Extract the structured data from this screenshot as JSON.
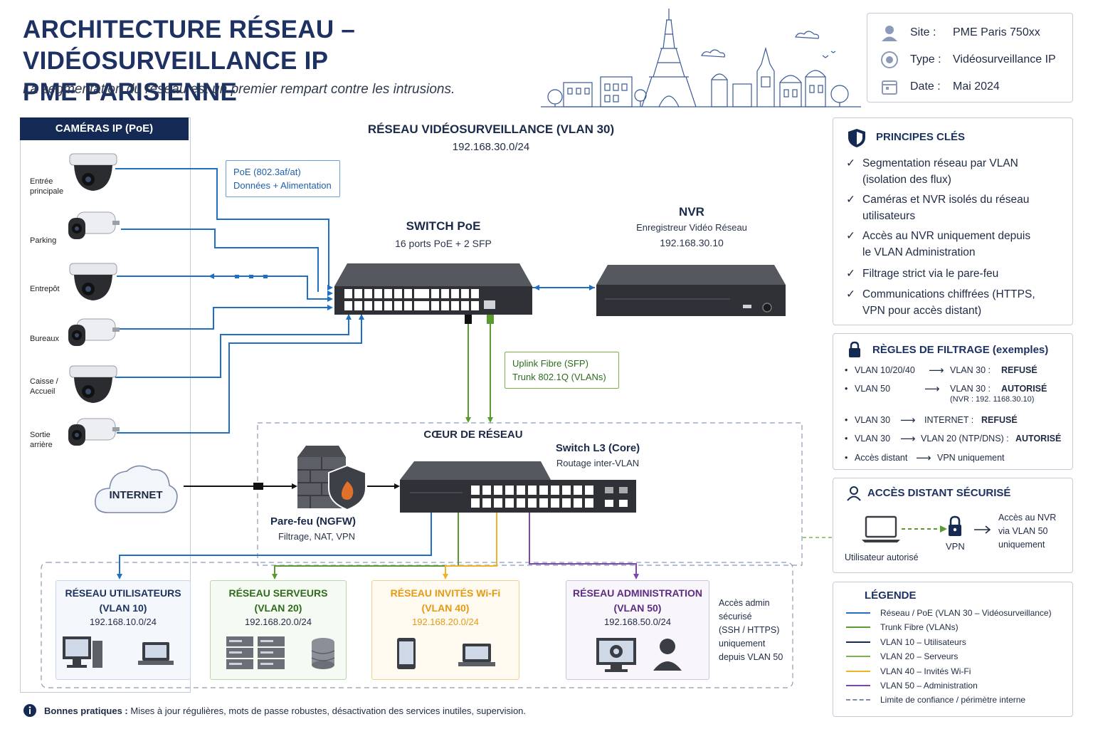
{
  "header": {
    "title_line1": "ARCHITECTURE RÉSEAU – VIDÉOSURVEILLANCE IP",
    "title_line2": "PME PARISIENNE",
    "subtitle": "La segmentation du réseau est un premier rempart contre les intrusions."
  },
  "info": {
    "site_label": "Site :",
    "site_value": "PME Paris 750xx",
    "type_label": "Type :",
    "type_value": "Vidéosurveillance IP",
    "date_label": "Date :",
    "date_value": "Mai 2024"
  },
  "cameras": {
    "header": "CAMÉRAS IP (PoE)",
    "items": [
      {
        "label": "Entrée principale",
        "kind": "dome"
      },
      {
        "label": "Parking",
        "kind": "bullet"
      },
      {
        "label": "Entrepôt",
        "kind": "dome"
      },
      {
        "label": "Bureaux",
        "kind": "bullet"
      },
      {
        "label": "Caisse / Accueil",
        "kind": "dome"
      },
      {
        "label": "Sortie arrière",
        "kind": "bullet"
      }
    ]
  },
  "vlan30": {
    "title": "RÉSEAU VIDÉOSURVEILLANCE (VLAN 30)",
    "subnet": "192.168.30.0/24",
    "poe_line1": "PoE (802.3af/at)",
    "poe_line2": "Données + Alimentation",
    "switch_title": "SWITCH PoE",
    "switch_sub": "16 ports PoE + 2 SFP",
    "nvr_title": "NVR",
    "nvr_sub": "Enregistreur Vidéo Réseau",
    "nvr_ip": "192.168.30.10",
    "uplink_line1": "Uplink Fibre (SFP)",
    "uplink_line2": "Trunk 802.1Q (VLANs)"
  },
  "core": {
    "title": "CŒUR DE RÉSEAU",
    "internet": "INTERNET",
    "firewall_title": "Pare-feu (NGFW)",
    "firewall_sub": "Filtrage, NAT, VPN",
    "l3_title": "Switch L3 (Core)",
    "l3_sub": "Routage inter-VLAN"
  },
  "segments": [
    {
      "title": "RÉSEAU UTILISATEURS",
      "vlan": "(VLAN 10)",
      "subnet": "192.168.10.0/24",
      "color": "#1d3263",
      "border": "#c9d5e8",
      "bg": "#f4f7fc"
    },
    {
      "title": "RÉSEAU SERVEURS",
      "vlan": "(VLAN 20)",
      "subnet": "192.168.20.0/24",
      "color": "#2e6b1c",
      "border": "#b9d7a6",
      "bg": "#f5faf2"
    },
    {
      "title": "RÉSEAU INVITÉS Wi-Fi",
      "vlan": "(VLAN 40)",
      "subnet": "192.168.20.0/24",
      "color": "#e39a14",
      "border": "#f0cf8e",
      "bg": "#fffaf0"
    },
    {
      "title": "RÉSEAU ADMINISTRATION",
      "vlan": "(VLAN 50)",
      "subnet": "192.168.50.0/24",
      "color": "#5b2d82",
      "border": "#cfc2de",
      "bg": "#f8f5fb"
    }
  ],
  "admin_note": [
    "Accès admin",
    "sécurisé",
    "(SSH / HTTPS)",
    "uniquement",
    "depuis VLAN 50"
  ],
  "principes": {
    "title": "PRINCIPES CLÉS",
    "items": [
      [
        "Segmentation réseau par VLAN",
        "(isolation des flux)"
      ],
      [
        "Caméras et NVR isolés du réseau",
        "utilisateurs"
      ],
      [
        "Accès au NVR uniquement depuis",
        "le VLAN Administration"
      ],
      [
        "Filtrage strict via le pare-feu",
        ""
      ],
      [
        "Communications chiffrées (HTTPS,",
        "VPN pour accès distant)"
      ]
    ]
  },
  "regles": {
    "title": "RÈGLES DE FILTRAGE (exemples)",
    "rows": [
      {
        "src": "VLAN 10/20/40",
        "dst": "VLAN 30 :",
        "act": "REFUSÉ",
        "extra": ""
      },
      {
        "src": "VLAN 50",
        "dst": "VLAN 30 :",
        "act": "AUTORISÉ",
        "extra": "(NVR : 192.   1168.30.10)"
      },
      {
        "src": "VLAN 30",
        "dst": "INTERNET :",
        "act": "REFUSÉ",
        "extra": ""
      },
      {
        "src": "VLAN 30",
        "dst": "VLAN 20 (NTP/DNS) :",
        "act": "AUTORISÉ",
        "extra": ""
      },
      {
        "src": "Accès distant",
        "dst": "VPN uniquement",
        "act": "",
        "extra": ""
      }
    ]
  },
  "remote": {
    "title": "ACCÈS DISTANT SÉCURISÉ",
    "user_label": "Utilisateur autorisé",
    "vpn_label": "VPN",
    "access_line1": "Accès au NVR",
    "access_line2": "via VLAN 50",
    "access_line3": "uniquement"
  },
  "legende": {
    "title": "LÉGENDE",
    "items": [
      {
        "label": "Réseau / PoE (VLAN 30 – Vidéosurveillance)",
        "color": "#1f6fc4",
        "style": "solid"
      },
      {
        "label": "Trunk Fibre (VLANs)",
        "color": "#5a9a2e",
        "style": "solid"
      },
      {
        "label": "VLAN 10 – Utilisateurs",
        "color": "#142a55",
        "style": "solid"
      },
      {
        "label": "VLAN 20 – Serveurs",
        "color": "#7ab34a",
        "style": "solid"
      },
      {
        "label": "VLAN 40 – Invités Wi-Fi",
        "color": "#f0b323",
        "style": "solid"
      },
      {
        "label": "VLAN 50 – Administration",
        "color": "#7b47a8",
        "style": "solid"
      },
      {
        "label": "Limite de confiance / périmètre interne",
        "color": "#7a8aa8",
        "style": "dashed"
      }
    ]
  },
  "footer": {
    "bold": "Bonnes pratiques :",
    "text": " Mises à jour régulières, mots de passe robustes, désactivation des services inutiles, supervision."
  }
}
